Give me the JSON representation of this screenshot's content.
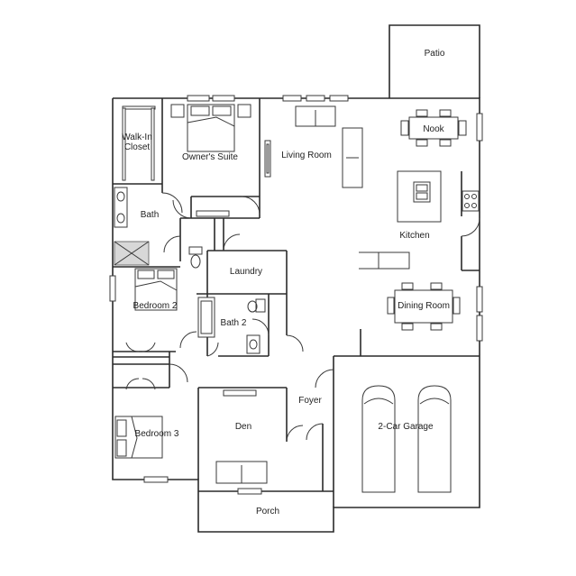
{
  "rooms": {
    "patio": "Patio",
    "walk_in_closet_line1": "Walk-In",
    "walk_in_closet_line2": "Closet",
    "owners_suite": "Owner's Suite",
    "living_room": "Living Room",
    "nook": "Nook",
    "bath": "Bath",
    "kitchen": "Kitchen",
    "laundry": "Laundry",
    "bedroom2": "Bedroom 2",
    "bath2": "Bath 2",
    "dining_room": "Dining Room",
    "foyer": "Foyer",
    "den": "Den",
    "bedroom3": "Bedroom 3",
    "garage": "2-Car Garage",
    "porch": "Porch"
  }
}
